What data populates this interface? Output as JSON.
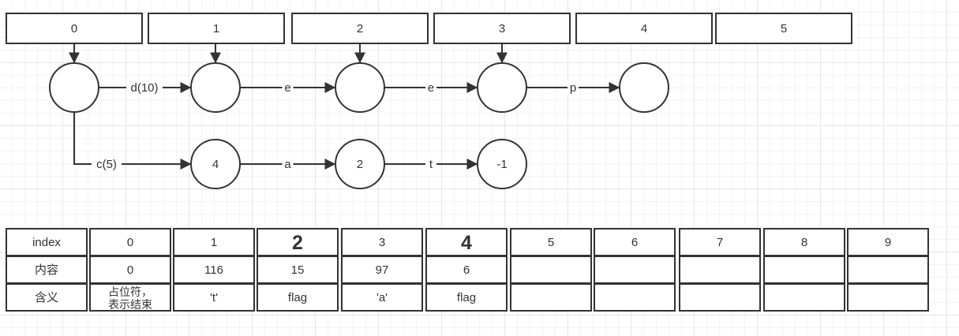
{
  "slots": [
    "0",
    "1",
    "2",
    "3",
    "4",
    "5"
  ],
  "nodes": [
    {
      "id": "n0",
      "label": ""
    },
    {
      "id": "n1",
      "label": ""
    },
    {
      "id": "n2",
      "label": ""
    },
    {
      "id": "n3",
      "label": ""
    },
    {
      "id": "n4",
      "label": ""
    },
    {
      "id": "m1",
      "label": "4"
    },
    {
      "id": "m2",
      "label": "2"
    },
    {
      "id": "m3",
      "label": "-1"
    }
  ],
  "edges": [
    {
      "from": "n0",
      "to": "n1",
      "label": "d(10)"
    },
    {
      "from": "n1",
      "to": "n2",
      "label": "e"
    },
    {
      "from": "n2",
      "to": "n3",
      "label": "e"
    },
    {
      "from": "n3",
      "to": "n4",
      "label": "p"
    },
    {
      "from": "n0",
      "to": "m1",
      "label": "c(5)"
    },
    {
      "from": "m1",
      "to": "m2",
      "label": "a"
    },
    {
      "from": "m2",
      "to": "m3",
      "label": "t"
    }
  ],
  "pointers": [
    {
      "slot": "0",
      "to": "n0"
    },
    {
      "slot": "1",
      "to": "n1"
    },
    {
      "slot": "2",
      "to": "n2"
    },
    {
      "slot": "3",
      "to": "n3"
    }
  ],
  "table": {
    "header": [
      "index",
      "0",
      "1",
      "2",
      "3",
      "4",
      "5",
      "6",
      "7",
      "8",
      "9"
    ],
    "bold_header_indices": [
      3,
      5
    ],
    "rows": [
      [
        "内容",
        "0",
        "116",
        "15",
        "97",
        "6",
        "",
        "",
        "",
        "",
        ""
      ],
      [
        "含义",
        "占位符，\n表示结束",
        "'t'",
        "flag",
        "'a'",
        "flag",
        "",
        "",
        "",
        "",
        ""
      ]
    ]
  }
}
